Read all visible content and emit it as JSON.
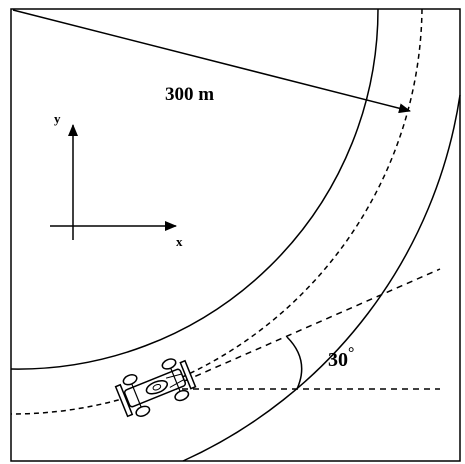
{
  "diagram": {
    "radius_label": "300 m",
    "angle_label": "30",
    "angle_degree_mark": "°",
    "axis_x_label": "x",
    "axis_y_label": "y"
  },
  "colors": {
    "stroke": "#000000",
    "background": "#ffffff"
  }
}
